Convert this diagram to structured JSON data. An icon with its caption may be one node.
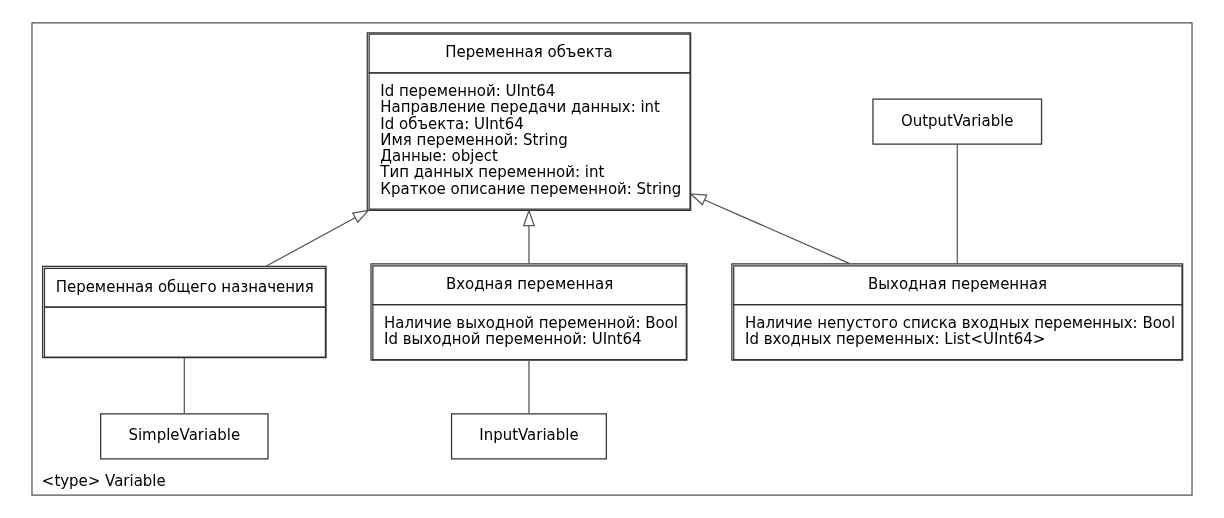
{
  "diagram": {
    "nodes": [
      {
        "text": [
          "<type> Variable"
        ]
      },
      {
        "text": [
          "Переменная объекта",
          "Id переменной: UInt64",
          "Направление передачи данных: int",
          "Id объекта: UInt64",
          "Имя переменной: String",
          "Данные: object",
          "Тип данных переменной: int",
          "Краткое описание переменной: String"
        ],
        "in": 0
      },
      {
        "text": [
          "InputVariable"
        ],
        "in": 0
      },
      {
        "text": [
          "Входная переменная",
          "Наличие выходной переменной: Bool",
          "Id выходной переменной: UInt64"
        ],
        "in": 0
      },
      {
        "text": [
          "Выходная переменная",
          "Наличие непустого списка входных переменных: Bool",
          "Id входных переменных: List<UInt64>"
        ],
        "in": 0
      },
      {
        "text": [
          "OutputVariable"
        ],
        "in": 0
      },
      {
        "text": [
          "Переменная общего назначения"
        ],
        "in": 0
      },
      {
        "text": [
          "SimpleVariable"
        ],
        "in": 0
      }
    ],
    "edges": [
      {
        "from": 2,
        "to": 3,
        "arrow": "none"
      },
      {
        "from": 3,
        "to": 1,
        "arrow": "to"
      },
      {
        "from": 4,
        "to": 5,
        "arrow": "none"
      },
      {
        "from": 4,
        "to": 1,
        "arrow": "to"
      },
      {
        "from": 6,
        "to": 1,
        "arrow": "to"
      },
      {
        "from": 7,
        "to": 6,
        "arrow": "none"
      }
    ]
  }
}
